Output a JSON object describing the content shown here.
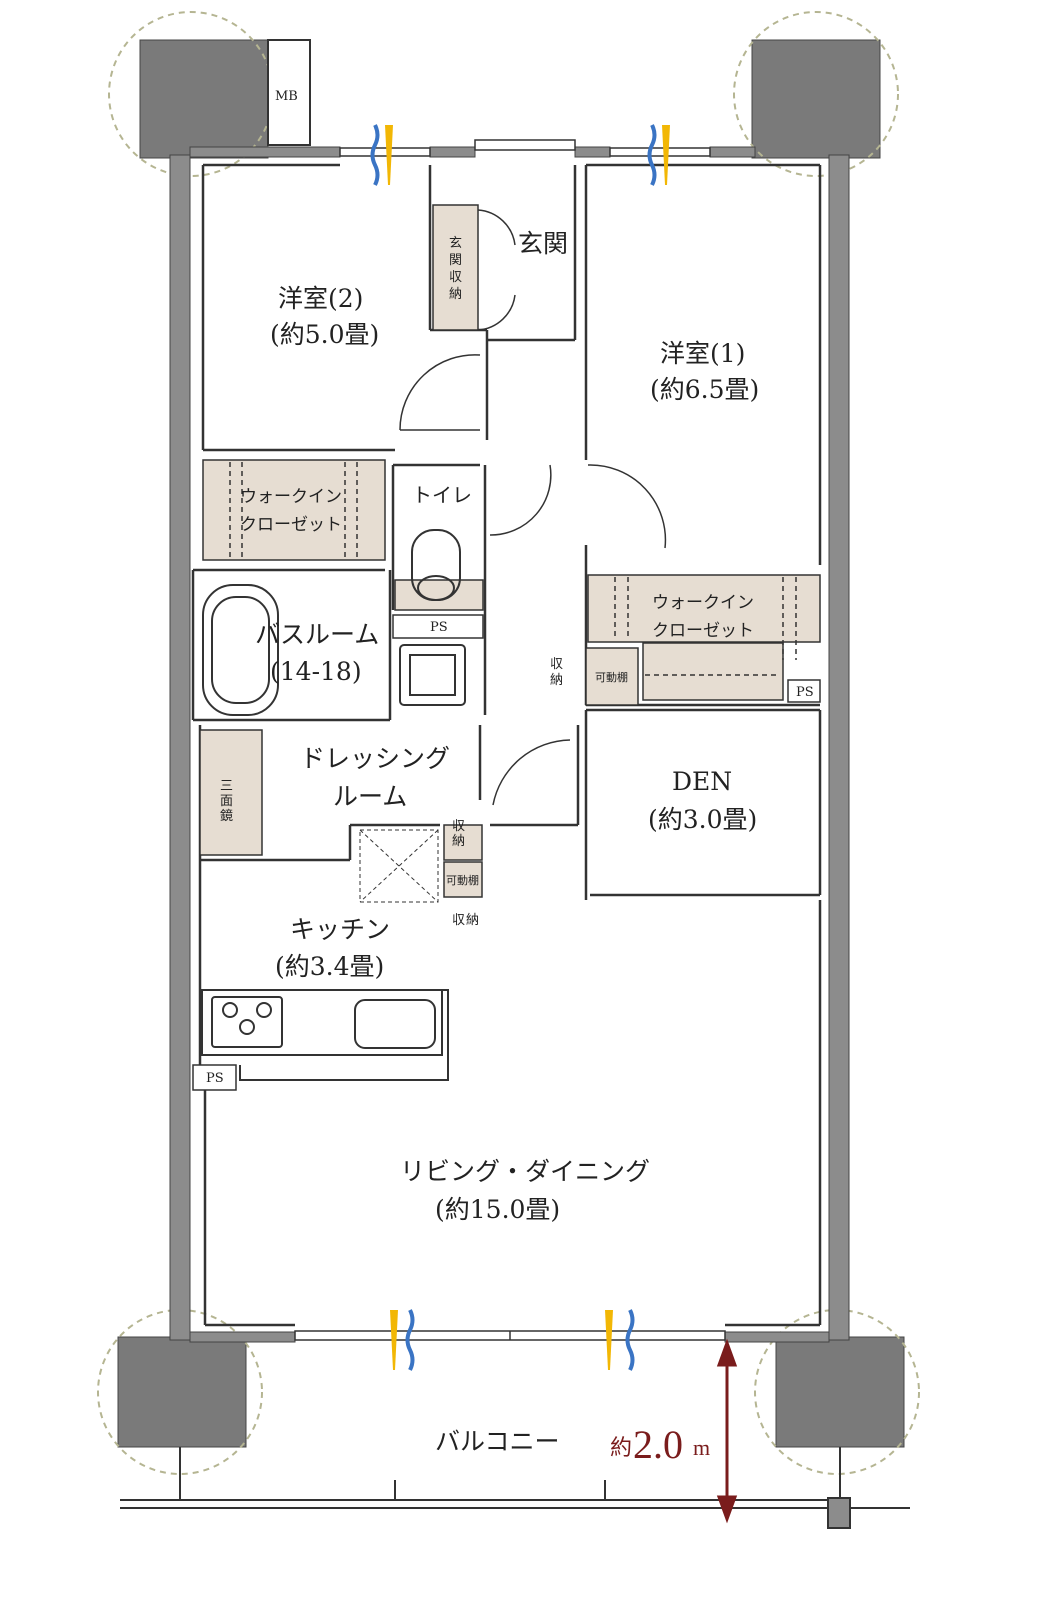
{
  "rooms": {
    "western2_name": "洋室(2)",
    "western2_size": "(約5.0畳)",
    "western1_name": "洋室(1)",
    "western1_size": "(約6.5畳)",
    "entrance": "玄関",
    "entrance_storage": [
      "玄",
      "関",
      "収",
      "納"
    ],
    "wic_left_line1": "ウォークイン",
    "wic_left_line2": "クローゼット",
    "wic_right_line1": "ウォークイン",
    "wic_right_line2": "クローゼット",
    "toilet": "トイレ",
    "bathroom_name": "バスルーム",
    "bathroom_size": "(14-18)",
    "dressing_line1": "ドレッシング",
    "dressing_line2": "ルーム",
    "three_mirror": [
      "三",
      "面",
      "鏡"
    ],
    "den_name": "DEN",
    "den_size": "(約3.0畳)",
    "kitchen_name": "キッチン",
    "kitchen_size": "(約3.4畳)",
    "living_name": "リビング・ダイニング",
    "living_size": "(約15.0畳)",
    "balcony": "バルコニー"
  },
  "small_labels": {
    "mb": "MB",
    "ps_toilet": "PS",
    "ps_right": "PS",
    "ps_kitchen": "PS",
    "storage_chars": [
      "収",
      "納"
    ],
    "movable_shelf": "可動棚"
  },
  "dimension": {
    "prefix": "約",
    "value": "2.0",
    "unit": "m"
  },
  "colors": {
    "wall": "#8c8c8c",
    "column": "#7a7a7a",
    "storage_fill": "#e6ddd2",
    "dimension": "#7a1c1c",
    "airflow_blue": "#3a74c4",
    "airflow_yellow": "#f2b705",
    "circle": "#b5b592"
  }
}
